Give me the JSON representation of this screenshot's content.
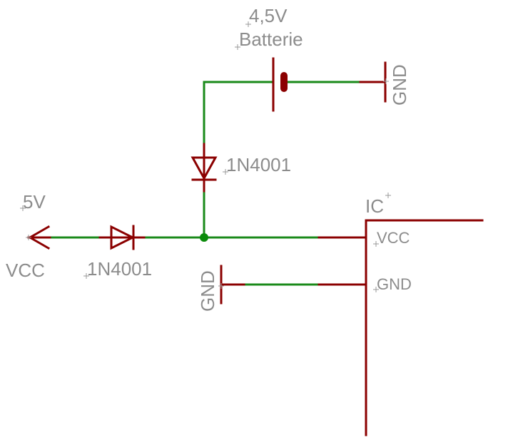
{
  "labels": {
    "battery_voltage": "4,5V",
    "battery_name": "Batterie",
    "gnd_battery": "GND",
    "diode_top": "1N4001",
    "supply_voltage": "5V",
    "supply_name": "VCC",
    "diode_bottom": "1N4001",
    "gnd_left": "GND",
    "ic_name": "IC",
    "ic_pin_vcc": "VCC",
    "ic_pin_gnd": "GND"
  },
  "colors": {
    "wire": "#1a8a1a",
    "component": "#8b0000",
    "junction": "#0a8a0a",
    "label": "#8c8c8c",
    "background": "#ffffff"
  }
}
